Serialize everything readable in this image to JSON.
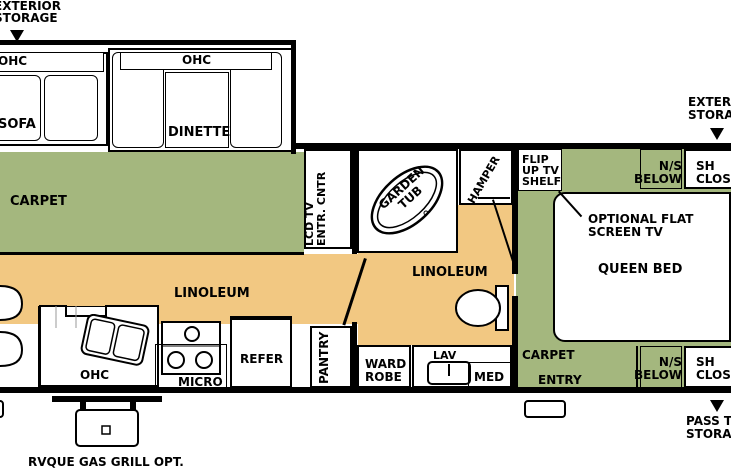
{
  "labels": {
    "exterior_storage_left": [
      "EXTERIOR",
      "STORAGE"
    ],
    "exterior_storage_right": [
      "EXTER",
      "STORA"
    ],
    "ohc_left": "OHC",
    "ohc_dinette": "OHC",
    "sofa": "SOFA",
    "dinette": "DINETTE",
    "carpet_main": "CARPET",
    "lcd_tv": [
      "LCD TV",
      "ENTR. CNTR"
    ],
    "garden_tub": [
      "GARDEN",
      "TUB"
    ],
    "hamper": "HAMPER",
    "flip_up_tv_shelf": [
      "FLIP",
      "UP TV",
      "SHELF"
    ],
    "ns_below_top": [
      "N/S",
      "BELOW"
    ],
    "shoe_closet_top": [
      "SH",
      "CLOS"
    ],
    "optional_tv": [
      "OPTIONAL FLAT",
      "SCREEN TV"
    ],
    "queen_bed": "QUEEN BED",
    "linoleum_main": "LINOLEUM",
    "linoleum_bath": "LINOLEUM",
    "ohc_kitchen": "OHC",
    "micro": "MICRO",
    "refer": "REFER",
    "pantry": "PANTRY",
    "wardrobe": [
      "WARD",
      "ROBE"
    ],
    "lav": "LAV",
    "med": "MED",
    "carpet_bedroom": "CARPET",
    "entry": "ENTRY",
    "ns_below_bottom": [
      "N/S",
      "BELOW"
    ],
    "shoe_closet_bottom": [
      "SH",
      "CLOS"
    ],
    "pass_through": [
      "PASS T",
      "STORA"
    ],
    "grill": "RVQUE GAS GRILL OPT."
  },
  "colors": {
    "carpet": "#a4b77e",
    "linoleum": "#f2c882",
    "wall": "#000000",
    "furniture": "#ffffff"
  }
}
